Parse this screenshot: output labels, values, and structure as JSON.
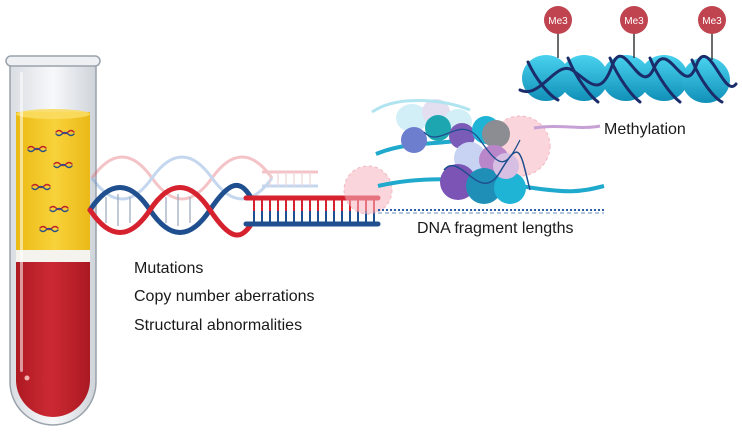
{
  "labels": {
    "mutations": "Mutations",
    "copy_number": "Copy number aberrations",
    "structural": "Structural abnormalities",
    "fragment_lengths": "DNA fragment lengths",
    "methylation": "Methylation"
  },
  "methyl_marks": [
    "Me3",
    "Me3",
    "Me3"
  ],
  "colors": {
    "plasma": "#f4c51c",
    "blood": "#c0212a",
    "dna_red": "#d6212e",
    "dna_blue": "#1f4f8f",
    "histone": "#1fb3d6",
    "methyl": "#c0444f"
  }
}
